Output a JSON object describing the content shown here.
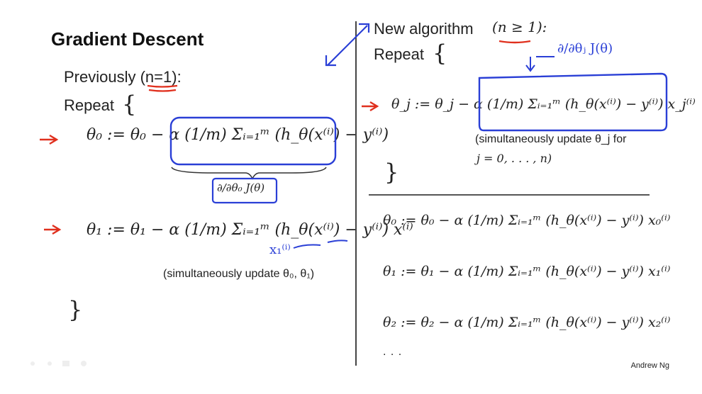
{
  "left": {
    "title": "Gradient Descent",
    "previously": "Previously (n=1):",
    "repeat": "Repeat",
    "open_brace": "{",
    "close_brace": "}",
    "eq_theta0": "θ₀ := θ₀ − α (1/m) Σᵢ₌₁ᵐ (h_θ(x⁽ⁱ⁾) − y⁽ⁱ⁾)",
    "partial_label": "∂/∂θ₀ J(θ)",
    "eq_theta1": "θ₁ := θ₁ − α (1/m) Σᵢ₌₁ᵐ (h_θ(x⁽ⁱ⁾) − y⁽ⁱ⁾) x⁽ⁱ⁾",
    "note": "(simultaneously update θ₀, θ₁)"
  },
  "right": {
    "heading": "New algorithm",
    "heading_cond": "(n ≥ 1):",
    "repeat": "Repeat",
    "open_brace": "{",
    "close_brace": "}",
    "eq_thetaj": "θ_j := θ_j − α (1/m) Σᵢ₌₁ᵐ (h_θ(x⁽ⁱ⁾) − y⁽ⁱ⁾) x_j⁽ⁱ⁾",
    "note_line1": "(simultaneously update θ_j for",
    "note_line2": "j = 0, . . . , n)",
    "eq_theta0": "θ₀ := θ₀ − α (1/m) Σᵢ₌₁ᵐ (h_θ(x⁽ⁱ⁾) − y⁽ⁱ⁾) x₀⁽ⁱ⁾",
    "eq_theta1": "θ₁ := θ₁ − α (1/m) Σᵢ₌₁ᵐ (h_θ(x⁽ⁱ⁾) − y⁽ⁱ⁾) x₁⁽ⁱ⁾",
    "eq_theta2": "θ₂ := θ₂ − α (1/m) Σᵢ₌₁ᵐ (h_θ(x⁽ⁱ⁾) − y⁽ⁱ⁾) x₂⁽ⁱ⁾",
    "ellipsis": ". . ."
  },
  "annotations": {
    "handwritten_partial": "∂/∂θⱼ J(θ)",
    "handwritten_x1": "x₁⁽ⁱ⁾"
  },
  "footer": "Andrew Ng",
  "colors": {
    "blue_ink": "#2a3fd6",
    "red_ink": "#e0301e",
    "text": "#222222"
  }
}
